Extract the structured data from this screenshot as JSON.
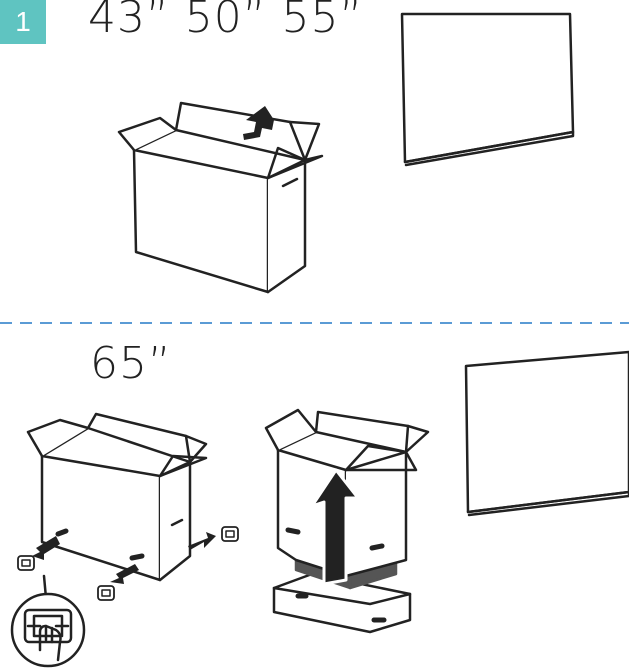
{
  "step": {
    "number": "1"
  },
  "sections": [
    {
      "size_label": "43” 50” 55”"
    },
    {
      "size_label": "65”"
    }
  ],
  "colors": {
    "badge": "#5fc4c1",
    "divider": "#5b9bd5",
    "ink": "#222222",
    "tray": "#555555"
  }
}
